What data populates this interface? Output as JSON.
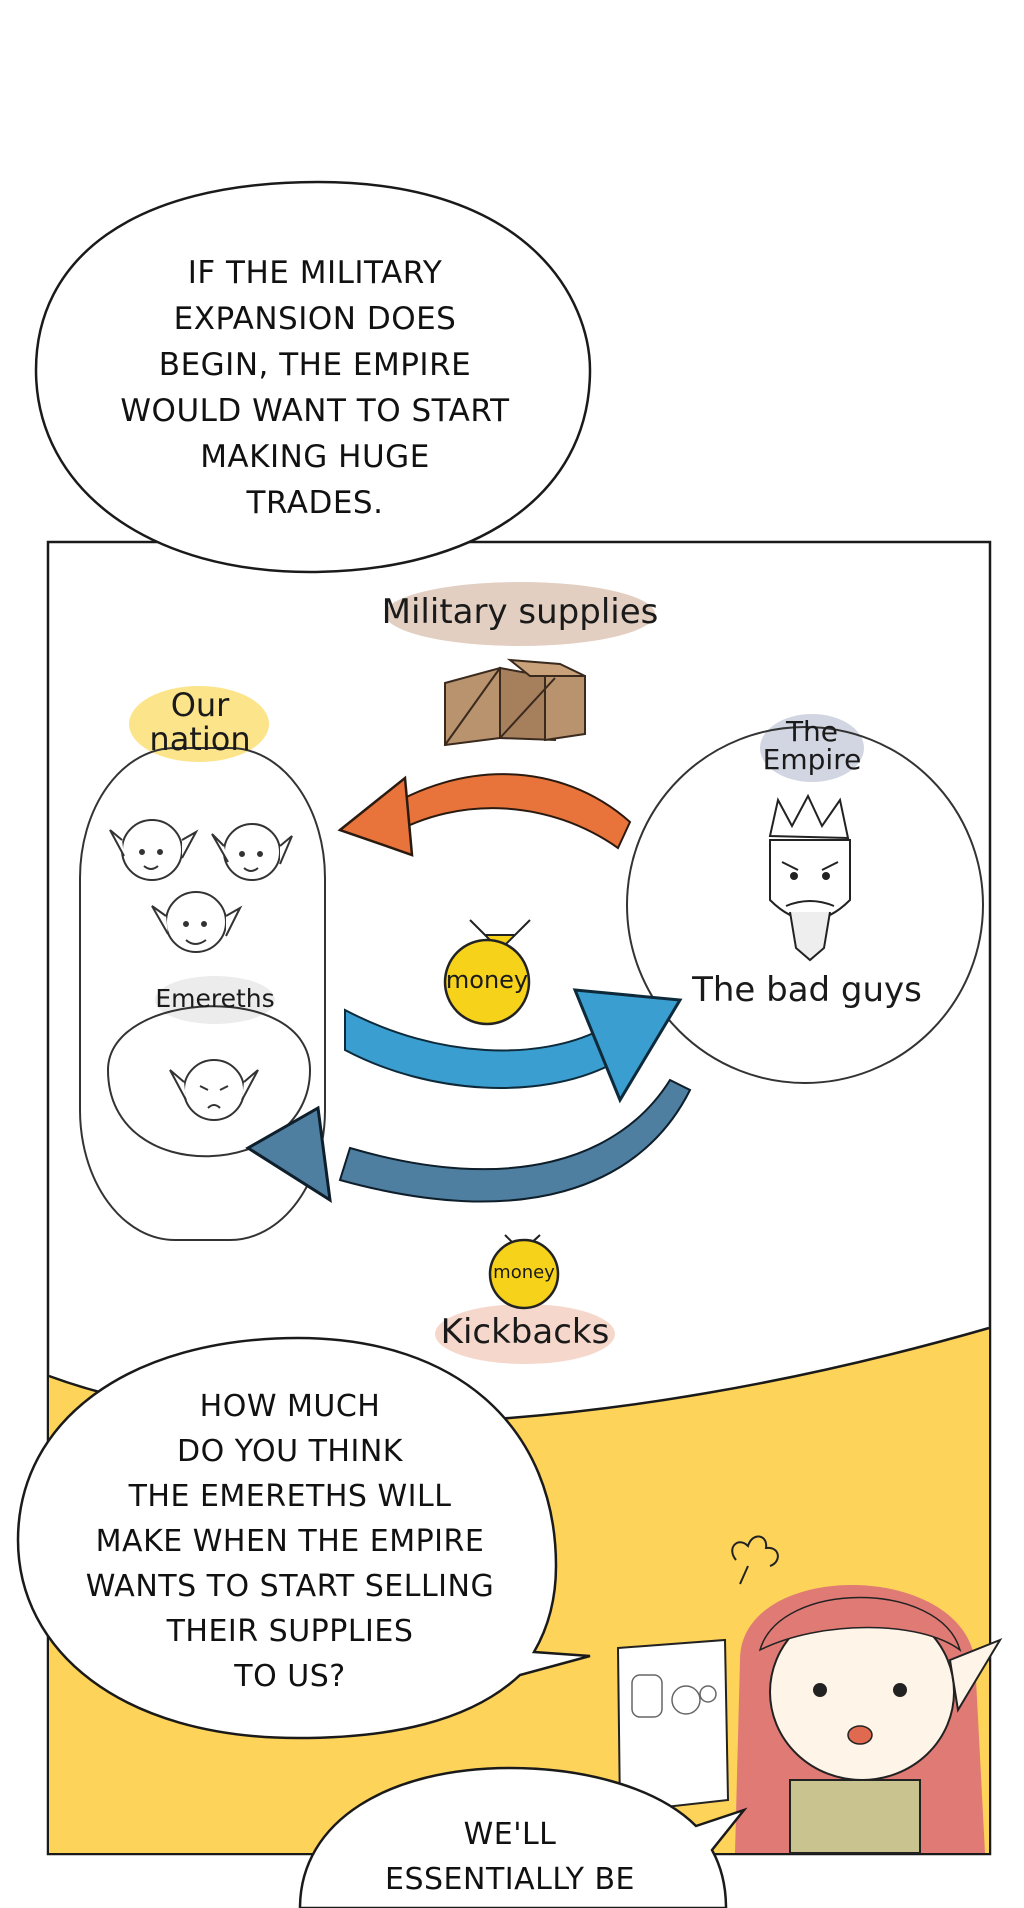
{
  "bubble_top": {
    "lines": [
      "IF THE MILITARY",
      "EXPANSION DOES",
      "BEGIN, THE EMPIRE",
      "WOULD WANT TO START",
      "MAKING HUGE",
      "TRADES."
    ]
  },
  "diagram": {
    "military_supplies": "Military supplies",
    "our_nation_line1": "Our",
    "our_nation_line2": "nation",
    "emereths": "Emereths",
    "the_empire_line1": "The",
    "the_empire_line2": "Empire",
    "the_bad_guys": "The bad guys",
    "money_big": "money",
    "money_small": "money",
    "kickbacks": "Kickbacks"
  },
  "bubble_middle": {
    "lines": [
      "HOW MUCH",
      "DO YOU THINK",
      "THE EMERETHS WILL",
      "MAKE WHEN THE EMPIRE",
      "WANTS TO START SELLING",
      "THEIR SUPPLIES",
      "TO US?"
    ]
  },
  "bubble_bottom": {
    "lines": [
      "WE'LL",
      "ESSENTIALLY BE"
    ]
  },
  "colors": {
    "arrow_orange": "#e8743b",
    "arrow_blue": "#3a9fd0",
    "arrow_steel": "#4f7fa0",
    "money_yellow": "#f6d21a",
    "panel_yellow": "#fdd35a",
    "label_yellow": "#fbe48a",
    "label_tan": "#e2cfc2",
    "label_gray": "#d2d6e2",
    "label_peach": "#f5d8cb",
    "hair_pink": "#e07a75"
  }
}
